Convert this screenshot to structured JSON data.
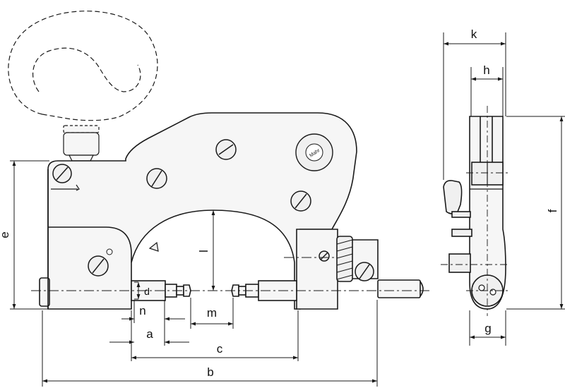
{
  "brand_mark": "Mahr",
  "dimension_labels": {
    "a": "a",
    "b": "b",
    "c": "c",
    "d": "d",
    "e": "e",
    "f": "f",
    "g": "g",
    "h": "h",
    "k": "k",
    "l": "l",
    "m": "m",
    "n": "n"
  },
  "colors": {
    "body_fill": "#f6f6f6",
    "line": "#1a1a1a",
    "shade": "#9a9a9a"
  }
}
